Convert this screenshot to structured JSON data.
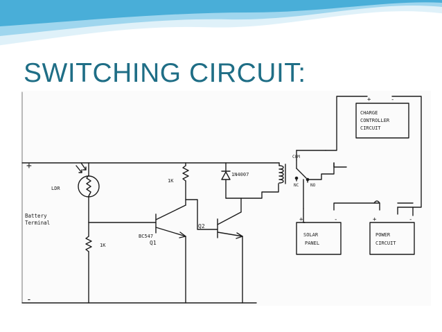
{
  "slide": {
    "title": "SWITCHING CIRCUIT:",
    "colors": {
      "title": "#1f6e86",
      "wave_light": "#dff1f9",
      "wave_mid": "#9fd6ee",
      "wave_dark": "#3aa7d4"
    }
  },
  "diagram": {
    "labels": {
      "plus_terminal": "+",
      "minus_terminal": "-",
      "battery_terminal_line1": "Battery",
      "battery_terminal_line2": "Terminal",
      "ldr": "LDR",
      "resistor_bottom": "1K",
      "resistor_top": "1K",
      "diode": "1N4007",
      "transistor_part": "BC547",
      "q1": "Q1",
      "q2": "Q2",
      "relay_com": "COM",
      "relay_nc": "NC",
      "relay_no": "NO",
      "charge_controller_line1": "CHARGE",
      "charge_controller_line2": "CONTROLLER",
      "charge_controller_line3": "CIRCUIT",
      "solar_panel_line1": "SOLAR",
      "solar_panel_line2": "PANEL",
      "power_circuit_line1": "POWER",
      "power_circuit_line2": "CIRCUIT",
      "cc_plus": "+",
      "cc_minus": "-",
      "solar_plus": "+",
      "solar_minus": "-",
      "power_plus": "+",
      "power_minus": "-"
    }
  }
}
